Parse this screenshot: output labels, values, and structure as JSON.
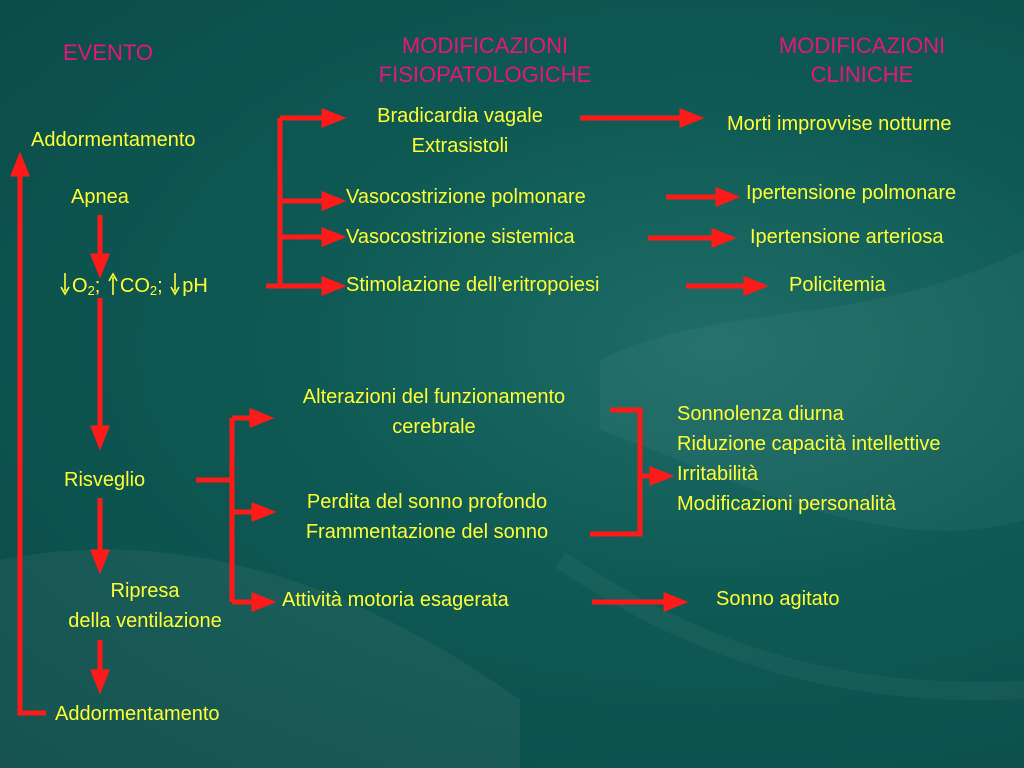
{
  "colors": {
    "background": "#0f5a55",
    "text": "#ffff33",
    "header": "#e8157a",
    "arrow": "#ff1a1a"
  },
  "headers": {
    "event": "EVENTO",
    "patho_1": "MODIFICAZIONI",
    "patho_2": "FISIOPATOLOGICHE",
    "clinic_1": "MODIFICAZIONI",
    "clinic_2": "CLINICHE"
  },
  "events": {
    "sleep_onset": "Addormentamento",
    "apnea": "Apnea",
    "gas_o2": "O",
    "gas_co2": "CO",
    "gas_sub": "2",
    "gas_sep": ";",
    "gas_ph": "pH",
    "arousal": "Risveglio",
    "resume_1": "Ripresa",
    "resume_2": "della ventilazione",
    "sleep_onset_2": "Addormentamento"
  },
  "patho": {
    "brady_1": "Bradicardia vagale",
    "brady_2": "Extrasistoli",
    "pulm_vaso": "Vasocostrizione polmonare",
    "sys_vaso": "Vasocostrizione sistemica",
    "erythro": "Stimolazione dell’eritropoiesi",
    "cerebral_1": "Alterazioni del funzionamento",
    "cerebral_2": "cerebrale",
    "deep_sleep_1": "Perdita del sonno profondo",
    "deep_sleep_2": "Frammentazione del sonno",
    "motor": "Attività motoria esagerata"
  },
  "clinic": {
    "sudden_death": "Morti improvvise notturne",
    "pulm_htn": "Ipertensione polmonare",
    "art_htn": "Ipertensione arteriosa",
    "polycythemia": "Policitemia",
    "daytime_1": "Sonnolenza diurna",
    "daytime_2": "Riduzione capacità intellettive",
    "daytime_3": "Irritabilità",
    "daytime_4": "Modificazioni personalità",
    "restless": "Sonno agitato"
  }
}
